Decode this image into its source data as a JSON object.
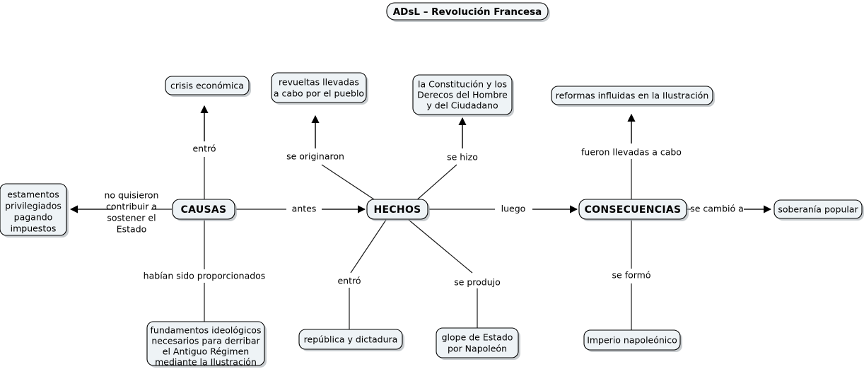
{
  "title": {
    "label": "ADsL – Revolución Francesa"
  },
  "nodes": {
    "causas": {
      "label": "CAUSAS"
    },
    "hechos": {
      "label": "HECHOS"
    },
    "consecuencias": {
      "label": "CONSECUENCIAS"
    },
    "crisis": {
      "label": "crisis económica"
    },
    "revueltas": {
      "line1": "revueltas llevadas",
      "line2": "a cabo por el pueblo"
    },
    "constitucion": {
      "line1": "la Constitución y los",
      "line2": "Derecos del Hombre",
      "line3": "y del Ciudadano"
    },
    "reformas": {
      "label": "reformas influidas en la Ilustración"
    },
    "estamentos": {
      "line1": "estamentos",
      "line2": "privilegiados",
      "line3": "pagando",
      "line4": "impuestos"
    },
    "fundamentos": {
      "line1": "fundamentos ideológicos",
      "line2": "necesarios para derribar",
      "line3": "el Antiguo Régimen",
      "line4": "mediante la Ilustración"
    },
    "republica": {
      "label": "república y dictadura"
    },
    "golpe": {
      "line1": "glope de Estado",
      "line2": "por Napoleón"
    },
    "imperio": {
      "label": "Imperio napoleónico"
    },
    "soberania": {
      "label": "soberanía popular"
    }
  },
  "edge_labels": {
    "antes": "antes",
    "luego": "luego",
    "se_cambio_a": "se cambió a",
    "entro_causas": "entró",
    "no_quisieron_l1": "no quisieron",
    "no_quisieron_l2": "contribuir a",
    "no_quisieron_l3": "sostener el",
    "no_quisieron_l4": "Estado",
    "habian_sido": "habían sido proporcionados",
    "se_originaron": "se originaron",
    "se_hizo": "se hizo",
    "entro_hechos": "entró",
    "se_produjo": "se produjo",
    "fueron_llevadas": "fueron llevadas a cabo",
    "se_formo": "se formó"
  },
  "colors": {
    "node_fill": "#eef3f6",
    "node_stroke": "#000000",
    "edge_stroke": "#1a1a1a",
    "background": "#ffffff",
    "text": "#000000"
  }
}
